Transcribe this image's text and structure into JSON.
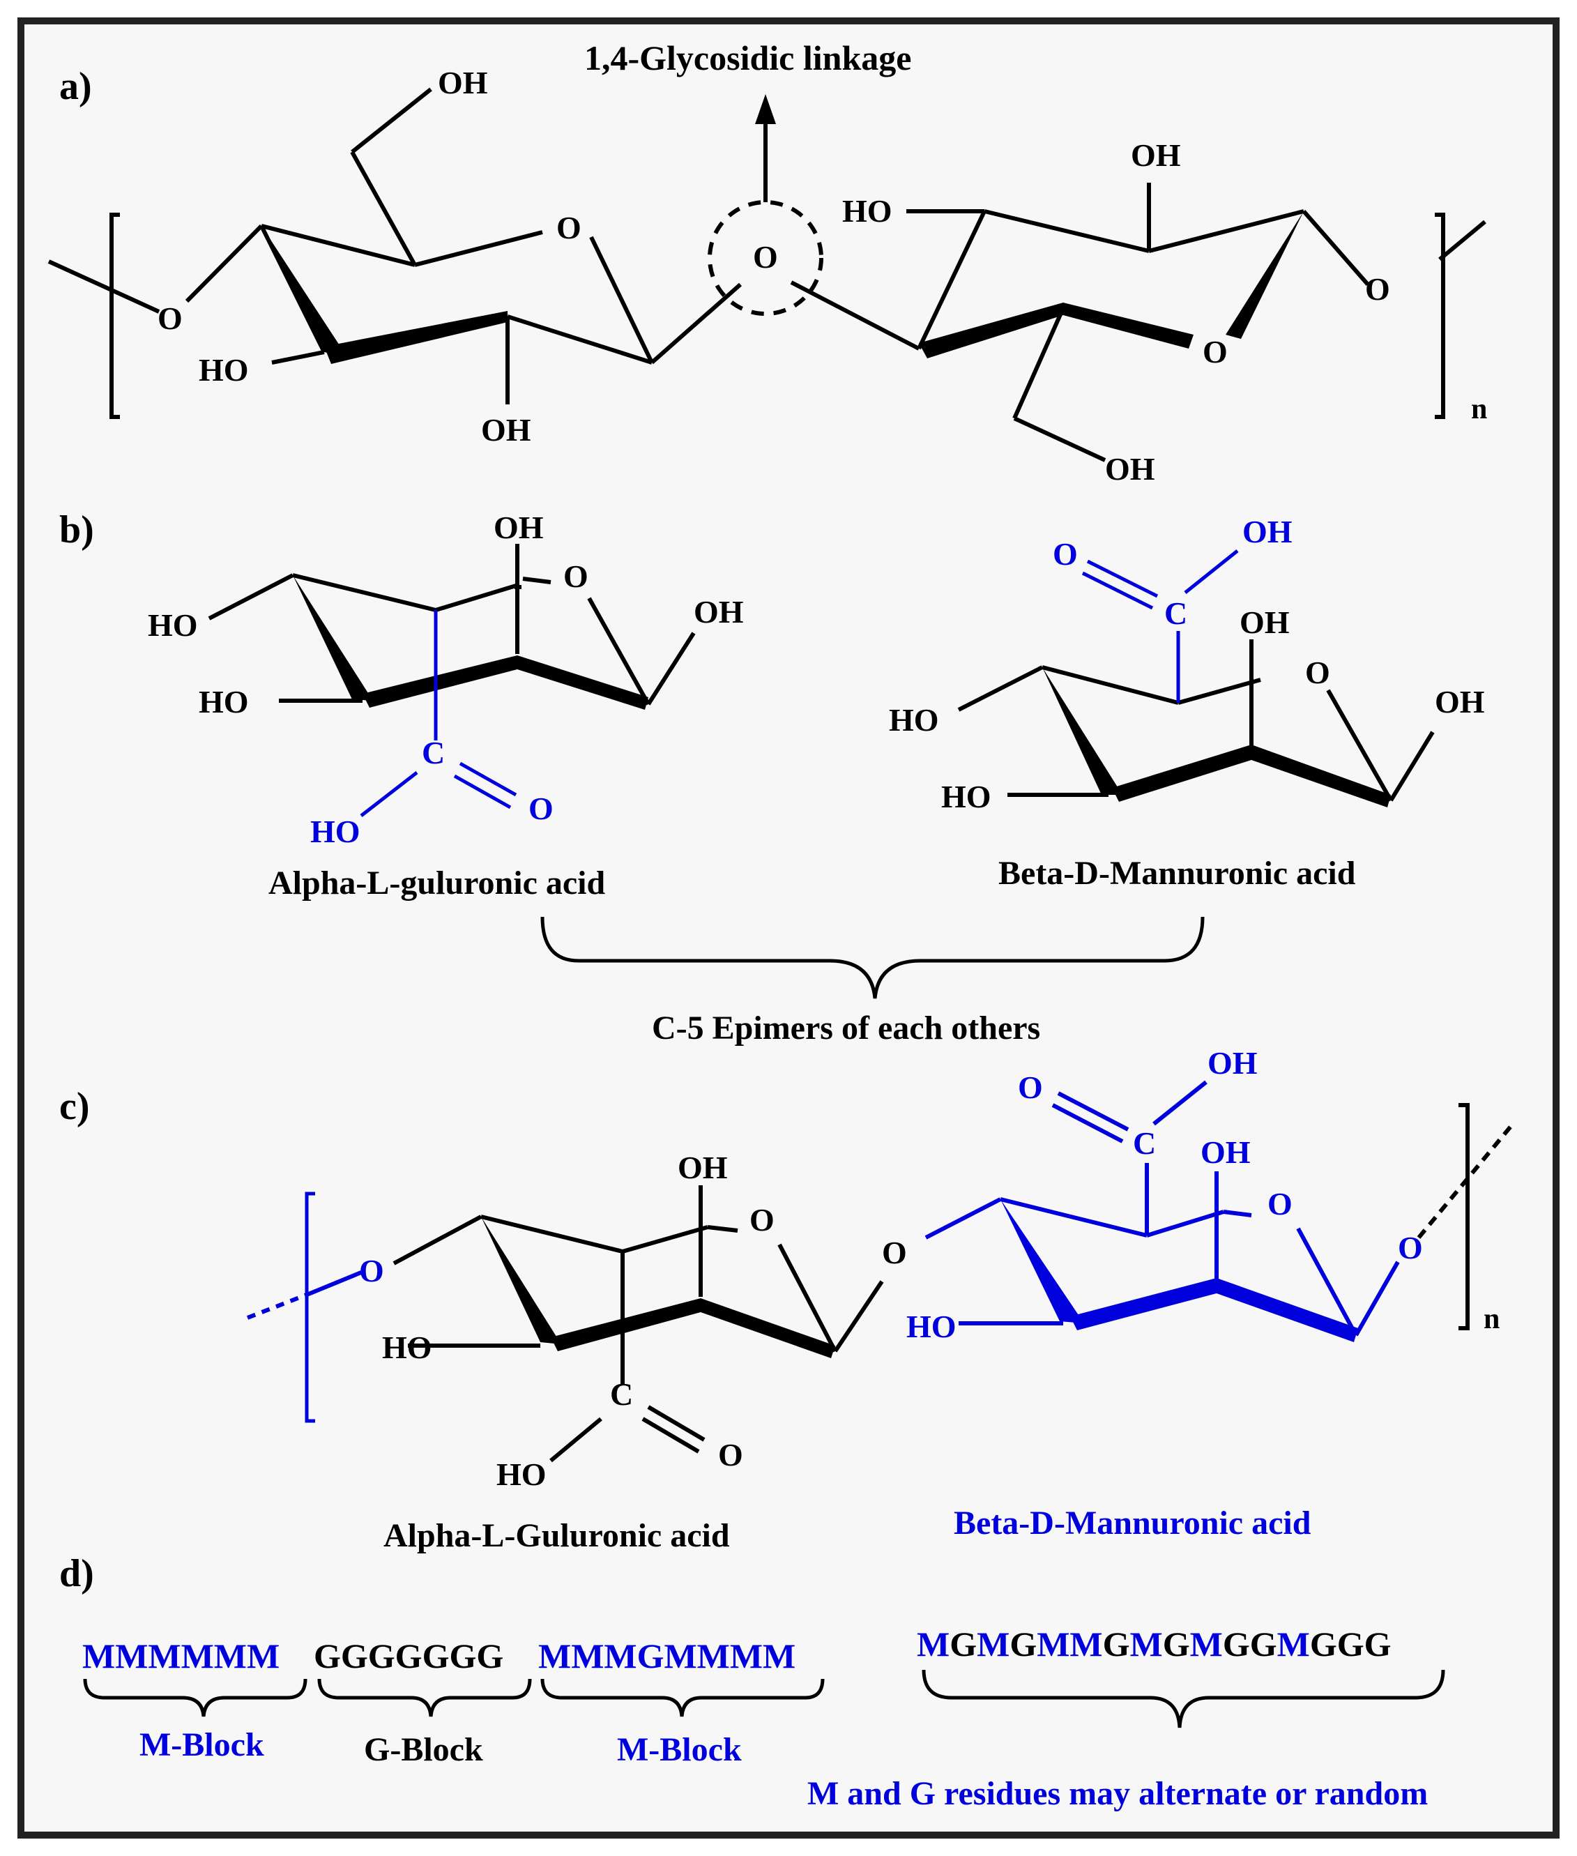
{
  "colors": {
    "black": "#000000",
    "blue": "#0000dd",
    "panel": "#f7f7f7",
    "frame": "#222222"
  },
  "panels": {
    "a": {
      "label": "a)",
      "linkage_label": "1,4-Glycosidic linkage",
      "atoms": {
        "oh_top": "OH",
        "o_left": "O",
        "ring_o1": "O",
        "link_o": "O",
        "ho_left": "HO",
        "oh_bottom": "OH",
        "ho_right": "HO",
        "oh_right_top": "OH",
        "ring_o2": "O",
        "o_right": "O",
        "oh_right_bottom": "OH"
      },
      "repeat": "n"
    },
    "b": {
      "label": "b)",
      "guluronic": {
        "oh": "OH",
        "o": "O",
        "oh_r": "OH",
        "ho_1": "HO",
        "ho_2": "HO",
        "c": "C",
        "o_dbl": "O",
        "ho_acid": "HO",
        "name": "Alpha-L-guluronic acid"
      },
      "mannuronic": {
        "o_dbl": "O",
        "oh_acid": "OH",
        "c": "C",
        "oh": "OH",
        "o": "O",
        "oh_r": "OH",
        "ho_1": "HO",
        "ho_2": "HO",
        "name": "Beta-D-Mannuronic acid"
      },
      "epimer_note": "C-5 Epimers of each others"
    },
    "c": {
      "label": "c)",
      "guluronic": {
        "o_left": "O",
        "oh": "OH",
        "o": "O",
        "ho": "HO",
        "c": "C",
        "o_dbl": "O",
        "ho_acid": "HO",
        "name": "Alpha-L-Guluronic acid"
      },
      "link_o": "O",
      "mannuronic": {
        "o_dbl": "O",
        "oh_acid": "OH",
        "c": "C",
        "oh": "OH",
        "o": "O",
        "o_right": "O",
        "ho": "HO",
        "name": "Beta-D-Mannuronic acid"
      },
      "repeat": "n"
    },
    "d": {
      "label": "d)",
      "blocks": [
        {
          "sequence": "MMMMMM",
          "label": "M-Block"
        },
        {
          "sequence": "GGGGGGG",
          "label": "G-Block"
        },
        {
          "sequence": "MMMGMMMM",
          "label": "M-Block"
        }
      ],
      "mixed_sequence": "MGMGMMGMGMGGMGGG",
      "mixed_label": "M and G residues may alternate or random"
    }
  }
}
